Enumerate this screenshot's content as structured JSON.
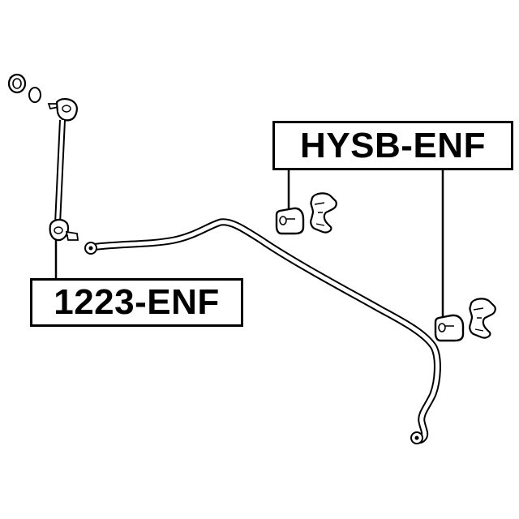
{
  "labels": {
    "bushing_part_number": "HYSB-ENF",
    "link_part_number": "1223-ENF"
  },
  "colors": {
    "background": "#ffffff",
    "ink": "#000000",
    "part_fill": "#ffffff"
  },
  "parts": [
    "stabilizer-bar",
    "stabilizer-link",
    "stabilizer-bushing-left",
    "stabilizer-bushing-right",
    "bushing-bracket-left",
    "bushing-bracket-right",
    "link-nut",
    "link-washer"
  ]
}
